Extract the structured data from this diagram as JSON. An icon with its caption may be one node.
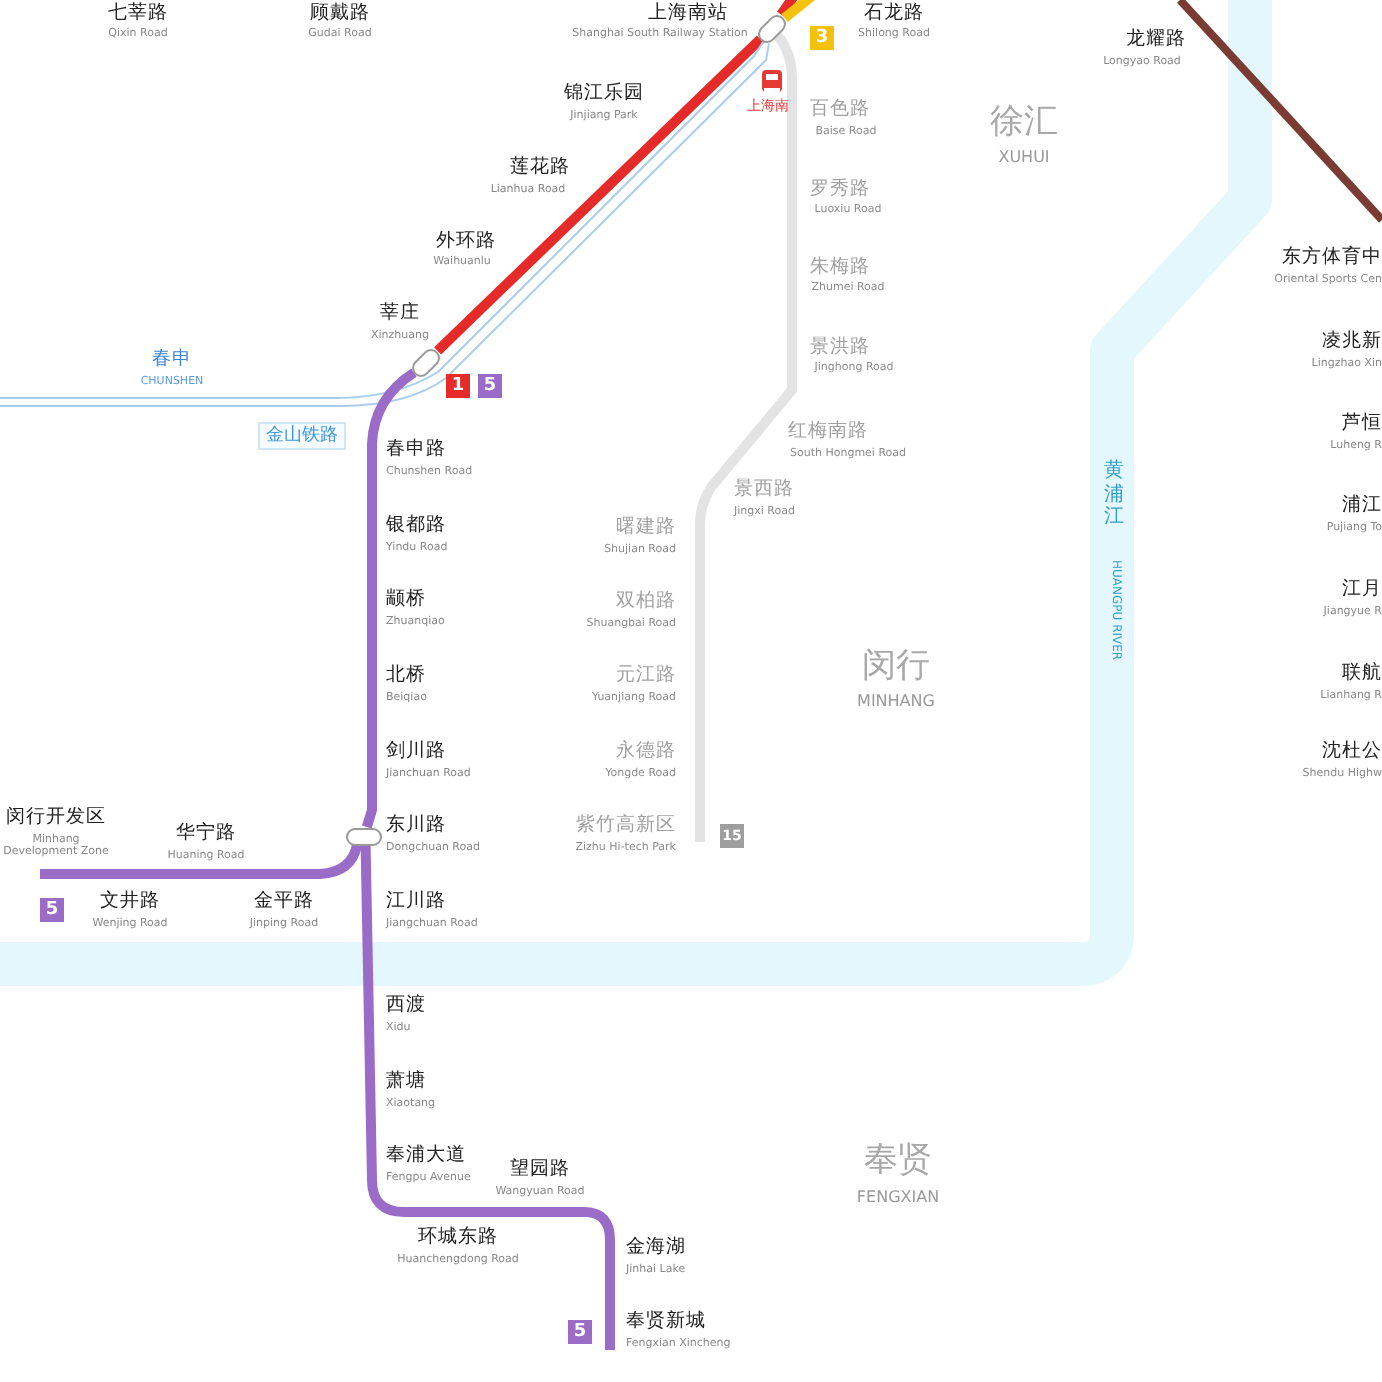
{
  "diagram": {
    "nodes": [
      {
        "text": [],
        "shape": "box"
      },
      {
        "text": [],
        "shape": "box"
      },
      {
        "text": [],
        "shape": "box"
      }
    ],
    "edges": [
      {
        "from": 0,
        "to": 1,
        "arrow": "none",
        "color": "#e52a2a"
      },
      {
        "from": 1,
        "to": null,
        "arrow": "none",
        "color": "#e52a2a"
      },
      {
        "from": 1,
        "to": null,
        "arrow": "none",
        "color": "#f4c20d"
      },
      {
        "from": 1,
        "to": null,
        "arrow": "none",
        "color": "#e3e3e3"
      },
      {
        "from": null,
        "to": 1,
        "arrow": "none",
        "color": "#a9cdee"
      },
      {
        "from": null,
        "to": 1,
        "arrow": "none",
        "color": "#a9cdee"
      },
      {
        "from": 0,
        "to": 2,
        "arrow": "none",
        "color": "#9b6bc8"
      },
      {
        "from": 2,
        "to": null,
        "arrow": "none",
        "color": "#9b6bc8"
      },
      {
        "from": 2,
        "to": null,
        "arrow": "none",
        "color": "#9b6bc8"
      }
    ],
    "labels": [
      "七莘路",
      "Qixin Road",
      "顾戴路",
      "Gudai Road",
      "上海南站",
      "Shanghai South Railway Station",
      "石龙路",
      "Shilong Road",
      "3",
      "龙耀路",
      "Longyao Road",
      "锦江乐园",
      "Jinjiang Park",
      "上海南",
      "百色路",
      "Baise Road",
      "徐汇",
      "XUHUI",
      "莲花路",
      "Lianhua Road",
      "罗秀路",
      "Luoxiu Road",
      "外环路",
      "Waihuanlu",
      "东方体育中",
      "Oriental Sports Cen",
      "朱梅路",
      "Zhumei Road",
      "凌兆新",
      "Lingzhao Xin",
      "莘庄",
      "Xinzhuang",
      "春申",
      "CHUNSHEN",
      "1",
      "5",
      "景洪路",
      "Jinghong Road",
      "红梅南路",
      "South Hongmei Road",
      "金山铁路",
      "春申路",
      "Chunshen Road",
      "芦恒",
      "Luheng R",
      "景西路",
      "Jingxi Road",
      "黄浦江",
      "HUANGPU RIVER",
      "银都路",
      "Yindu Road",
      "曙建路",
      "Shujian Road",
      "浦江",
      "Pujiang To",
      "颛桥",
      "Zhuanqiao",
      "双柏路",
      "Shuangbai Road",
      "江月",
      "Jiangyue R",
      "北桥",
      "Beiqiao",
      "元江路",
      "Yuanjiang Road",
      "闵行",
      "MINHANG",
      "联航",
      "Lianhang R",
      "剑川路",
      "Jianchuan Road",
      "永德路",
      "Yongde Road",
      "沈杜公",
      "Shendu Highw",
      "闵行开发区",
      "Minhang Development Zone",
      "华宁路",
      "Huaning Road",
      "东川路",
      "Dongchuan Road",
      "紫竹高新区",
      "Zizhu Hi-tech Park",
      "15",
      "5",
      "文井路",
      "Wenjing Road",
      "金平路",
      "Jinping Road",
      "江川路",
      "Jiangchuan Road",
      "西渡",
      "Xidu",
      "萧塘",
      "Xiaotang",
      "奉浦大道",
      "Fengpu Avenue",
      "望园路",
      "Wangyuan Road",
      "奉贤",
      "FENGXIAN",
      "环城东路",
      "Huanchengdong Road",
      "金海湖",
      "Jinhai Lake",
      "5",
      "奉贤新城",
      "Fengxian Xincheng"
    ]
  }
}
